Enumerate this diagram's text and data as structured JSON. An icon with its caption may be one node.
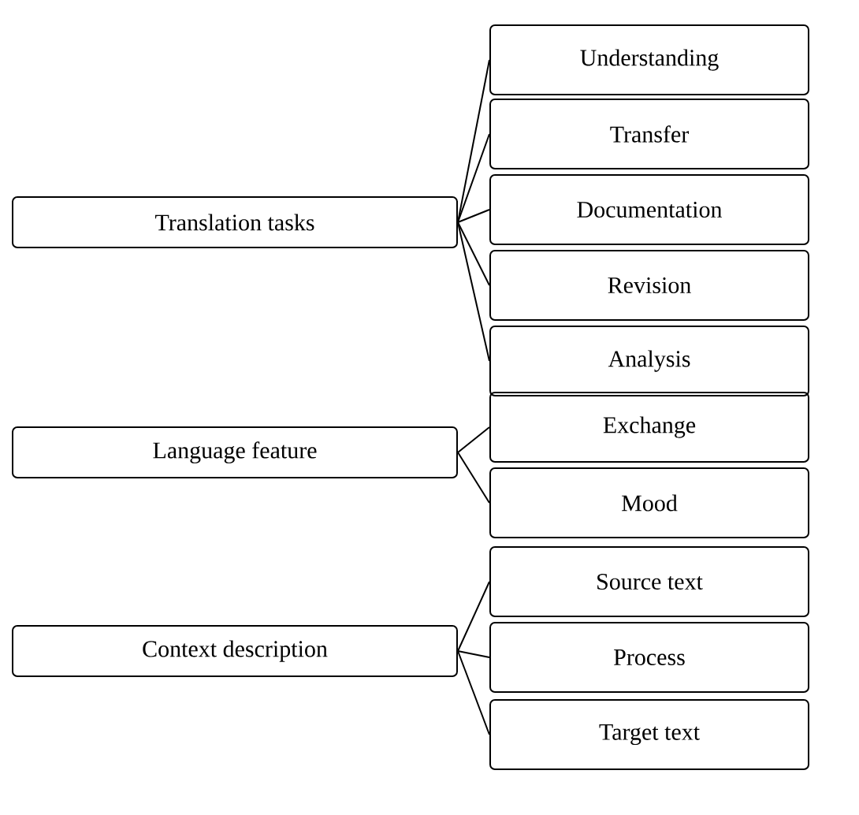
{
  "diagram": {
    "nodes": [
      {
        "text": [
          "Translation tasks"
        ]
      },
      {
        "text": [
          "Understanding"
        ]
      },
      {
        "text": [
          "Transfer"
        ]
      },
      {
        "text": [
          "Documentation"
        ]
      },
      {
        "text": [
          "Revision"
        ]
      },
      {
        "text": [
          "Analysis"
        ]
      },
      {
        "text": [
          "Language feature"
        ]
      },
      {
        "text": [
          "Exchange"
        ]
      },
      {
        "text": [
          "Mood"
        ]
      },
      {
        "text": [
          "Context description"
        ]
      },
      {
        "text": [
          "Source text"
        ]
      },
      {
        "text": [
          "Process"
        ]
      },
      {
        "text": [
          "Target text"
        ]
      }
    ],
    "edges": [
      {
        "from": 0,
        "to": 1,
        "arrow": "none"
      },
      {
        "from": 0,
        "to": 2,
        "arrow": "none"
      },
      {
        "from": 0,
        "to": 3,
        "arrow": "none"
      },
      {
        "from": 0,
        "to": 4,
        "arrow": "none"
      },
      {
        "from": 0,
        "to": 5,
        "arrow": "none"
      },
      {
        "from": 6,
        "to": 7,
        "arrow": "none"
      },
      {
        "from": 6,
        "to": 8,
        "arrow": "none"
      },
      {
        "from": 9,
        "to": 10,
        "arrow": "none"
      },
      {
        "from": 9,
        "to": 11,
        "arrow": "none"
      },
      {
        "from": 9,
        "to": 12,
        "arrow": "none"
      }
    ]
  }
}
